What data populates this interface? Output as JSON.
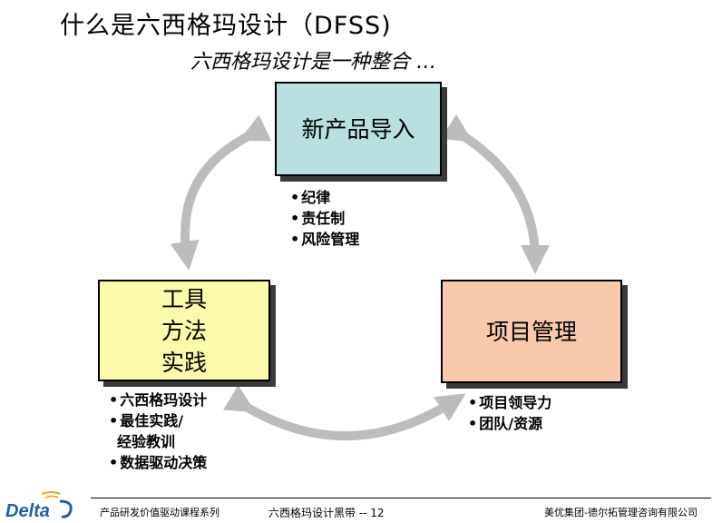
{
  "page": {
    "title": "什么是六西格玛设计（DFSS)",
    "subtitle": "六西格玛设计是一种整合 …"
  },
  "diagram": {
    "boxes": {
      "top": {
        "label": "新产品导入",
        "bullets": [
          "纪律",
          "责任制",
          "风险管理"
        ]
      },
      "left": {
        "lines": [
          "工具",
          "方法",
          "实践"
        ],
        "bullets": [
          "六西格玛设计",
          "最佳实践/",
          "经验教训",
          "数据驱动决策"
        ]
      },
      "right": {
        "label": "项目管理",
        "bullets": [
          "项目领导力",
          "团队/资源"
        ]
      }
    },
    "colors": {
      "top": "#b9dfe1",
      "left": "#fbfbab",
      "right": "#f8c9ab",
      "arrow": "#bcbcbc"
    }
  },
  "footer": {
    "logo_text": "Delta",
    "course": "产品研发价值驱动课程系列",
    "page_label": "六西格玛设计黑带 -- 12",
    "company": "美优集团-德尔拓管理咨询有限公司"
  }
}
